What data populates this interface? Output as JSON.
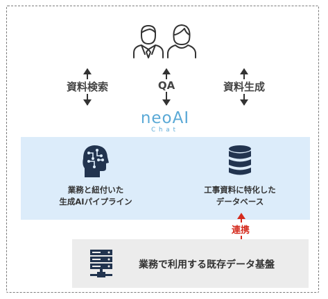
{
  "users": {
    "icon_left": "businessman-icon",
    "icon_right": "woman-icon"
  },
  "actions": [
    {
      "label": "資料検索"
    },
    {
      "label": "QA"
    },
    {
      "label": "資料生成"
    }
  ],
  "logo": {
    "main": "neoAI",
    "sub": "Chat"
  },
  "platform": {
    "left": {
      "icon": "ai-head-icon",
      "line1": "業務と紐付いた",
      "line2": "生成AIパイプライン"
    },
    "right": {
      "icon": "database-icon",
      "line1": "工事資料に特化した",
      "line2": "データベース"
    }
  },
  "link_label": "連携",
  "infra": {
    "icon": "server-icon",
    "label": "業務で利用する既存データ基盤"
  },
  "colors": {
    "band_blue": "#dcecfa",
    "band_gray": "#ececec",
    "icon_navy": "#22344f",
    "logo_blue": "#5aa9d6",
    "accent_red": "#d42b1e"
  }
}
